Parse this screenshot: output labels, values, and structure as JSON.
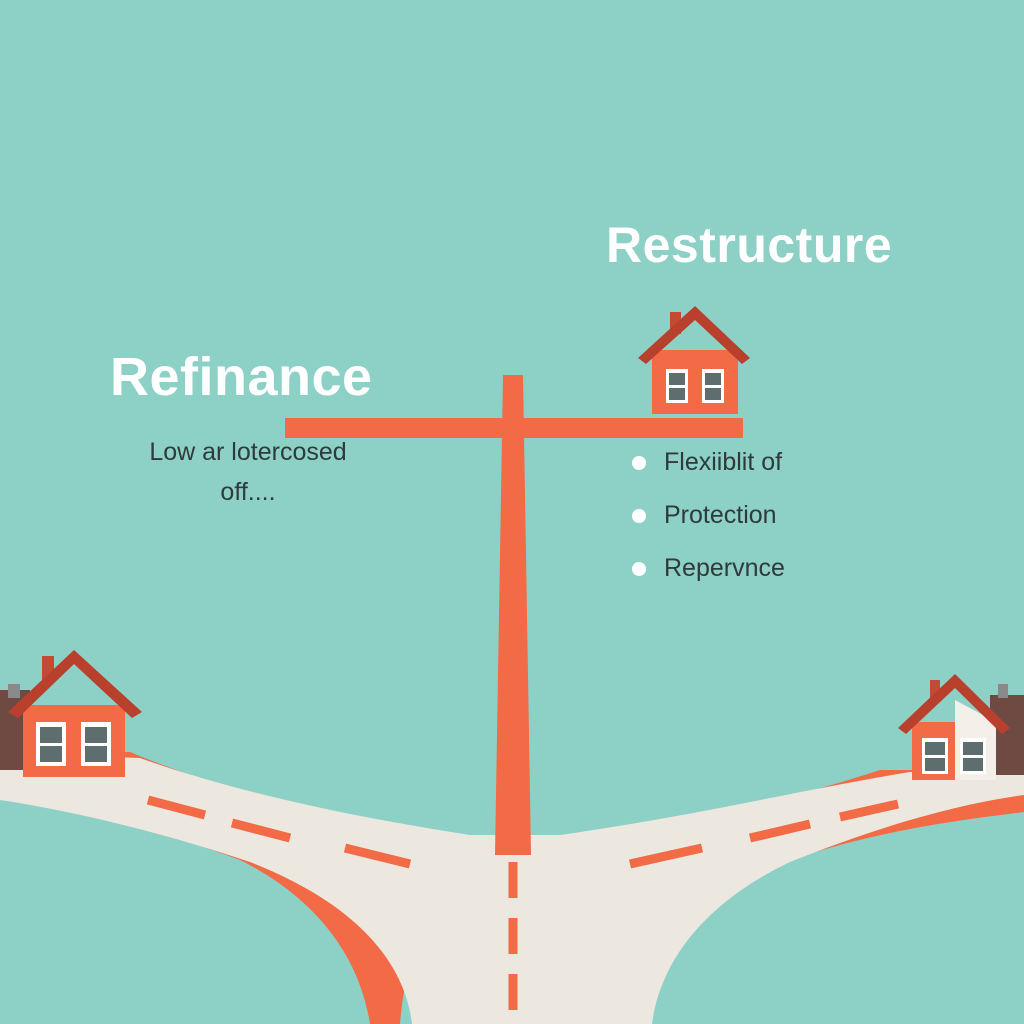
{
  "left_option": {
    "title": "Refinance",
    "lines": [
      "Low ar lotercosed",
      "off...."
    ]
  },
  "right_option": {
    "title": "Restructure",
    "bullets": [
      "Flexiiblit of",
      "Protection",
      "Repervnce"
    ]
  },
  "colors": {
    "background": "#8dd0c6",
    "accent": "#f26a46",
    "road": "#ece7df",
    "roof": "#b8402c",
    "text_light": "#ffffff",
    "text_dark": "#2f3a3a"
  }
}
